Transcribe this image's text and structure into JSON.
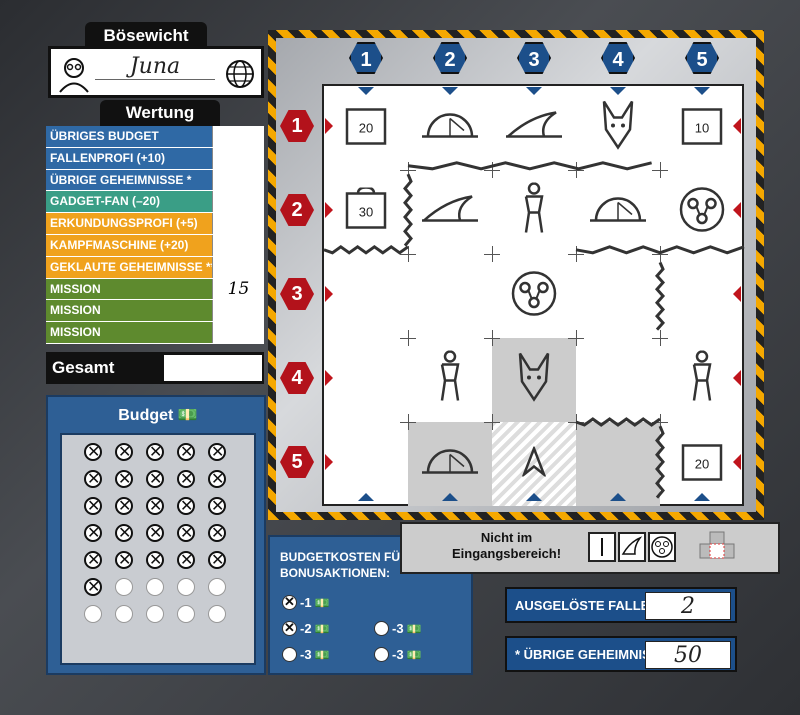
{
  "villain": {
    "title": "Bösewicht",
    "name": "Juna"
  },
  "score": {
    "title": "Wertung",
    "rows": [
      {
        "label": "ÜBRIGES BUDGET",
        "value": "",
        "color": "#2f69a5"
      },
      {
        "label": "FALLENPROFI (+10)",
        "value": "",
        "color": "#2f69a5"
      },
      {
        "label": "ÜBRIGE GEHEIMNISSE *",
        "value": "",
        "color": "#2f69a5"
      },
      {
        "label": "GADGET-FAN (–20)",
        "value": "",
        "color": "#3a9e86"
      },
      {
        "label": "ERKUNDUNGSPROFI (+5)",
        "value": "",
        "color": "#f0a21d"
      },
      {
        "label": "KAMPFMASCHINE (+20)",
        "value": "",
        "color": "#f0a21d"
      },
      {
        "label": "GEKLAUTE GEHEIMNISSE **",
        "value": "",
        "color": "#f0a21d"
      },
      {
        "label": "MISSION",
        "value": "15",
        "color": "#5e8a2e"
      },
      {
        "label": "MISSION",
        "value": "",
        "color": "#5e8a2e"
      },
      {
        "label": "MISSION",
        "value": "",
        "color": "#5e8a2e"
      }
    ],
    "total_label": "Gesamt"
  },
  "budget": {
    "title": "Budget",
    "used": 26,
    "total": 35
  },
  "bonus": {
    "title": "BUDGETKOSTEN FÜR BONUSAKTIONEN:",
    "options": [
      {
        "label": "-1",
        "checked": true
      },
      {
        "label": "-2",
        "checked": true
      },
      {
        "label": "-3",
        "checked": false
      },
      {
        "label": "-3",
        "checked": false
      },
      {
        "label": "-3",
        "checked": false
      }
    ]
  },
  "board": {
    "cols": [
      "1",
      "2",
      "3",
      "4",
      "5"
    ],
    "rows": [
      "1",
      "2",
      "3",
      "4",
      "5"
    ],
    "cells": [
      [
        "box-20",
        "dome",
        "shark",
        "dog",
        "box-10"
      ],
      [
        "bag-30",
        "shark",
        "person",
        "dome",
        "gadget"
      ],
      [
        "",
        "",
        "gadget",
        "",
        ""
      ],
      [
        "",
        "person",
        "dog",
        "",
        "person"
      ],
      [
        "",
        "dome",
        "arrow",
        "",
        "box-20"
      ]
    ],
    "shaded": [
      [
        3,
        2
      ],
      [
        4,
        1
      ],
      [
        4,
        3
      ]
    ],
    "hatched": [
      [
        4,
        2
      ]
    ],
    "box_values": {
      "box-20": "20",
      "box-10": "10",
      "bag-30": "30"
    }
  },
  "entry": {
    "label_line1": "Nicht im",
    "label_line2": "Eingangsbereich!"
  },
  "counters": [
    {
      "label": "AUSGELÖSTE FALLEN",
      "value": "2"
    },
    {
      "label": "* ÜBRIGE GEHEIMNISSE",
      "value": "50"
    }
  ]
}
